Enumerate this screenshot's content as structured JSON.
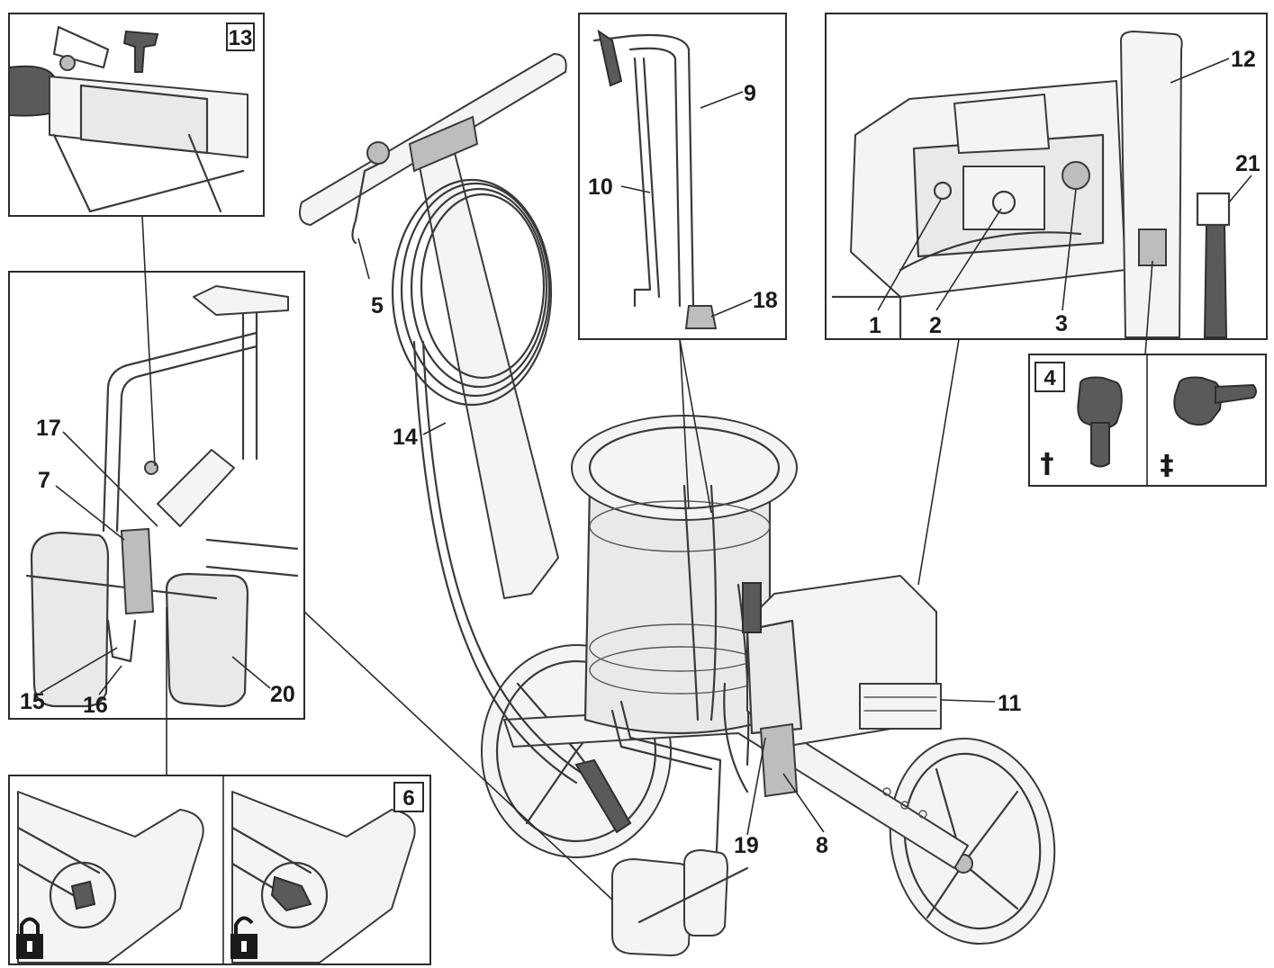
{
  "callouts": {
    "c1": "1",
    "c2": "2",
    "c3": "3",
    "c5": "5",
    "c7": "7",
    "c8": "8",
    "c9": "9",
    "c10": "10",
    "c11": "11",
    "c12": "12",
    "c14": "14",
    "c15": "15",
    "c16": "16",
    "c17": "17",
    "c18": "18",
    "c19": "19",
    "c20": "20",
    "c21": "21"
  },
  "panels": {
    "p13": "13",
    "p4": "4",
    "p6": "6"
  },
  "symbols": {
    "dagger": "†",
    "double_dagger": "‡"
  },
  "icons": {
    "lock": "padlock-locked-icon",
    "unlock": "padlock-unlocked-icon"
  },
  "colors": {
    "ink": "#3a3a3a",
    "fill_light": "#f4f4f4",
    "fill_mid": "#bdbdbd",
    "fill_dark": "#5a5a5a"
  }
}
